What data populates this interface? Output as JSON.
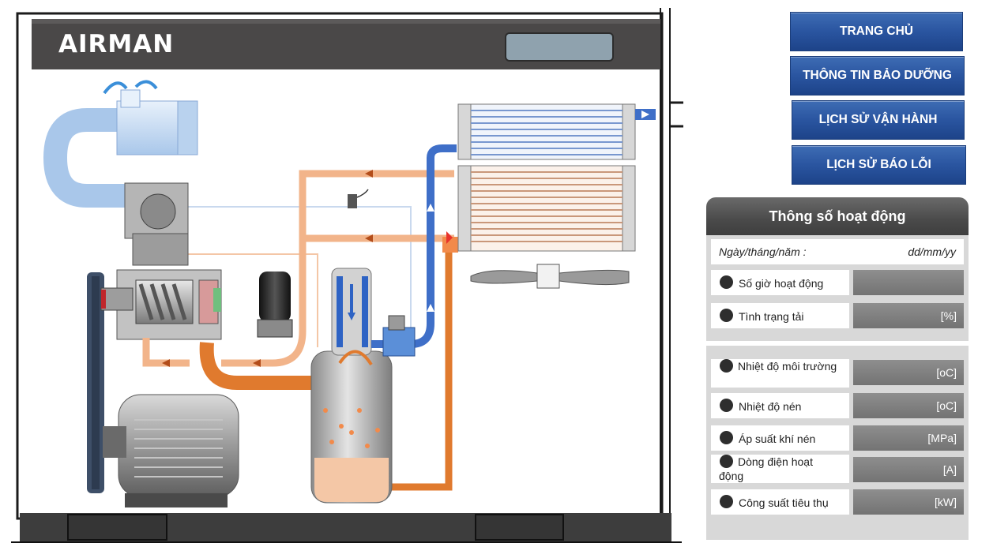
{
  "brand": "AIRMAN",
  "nav": {
    "home": "TRANG CHỦ",
    "maintenance": "THÔNG TIN BẢO DƯỠNG",
    "operation_history": "LỊCH SỬ VẬN HÀNH",
    "error_history": "LỊCH SỬ BÁO LỖI"
  },
  "panel": {
    "title": "Thông số hoạt động",
    "date_label": "Ngày/tháng/năm :",
    "date_value": "dd/mm/yy",
    "group1": [
      {
        "label": "Số giờ hoạt động",
        "value": ""
      },
      {
        "label": "Tình trạng tải",
        "value": "[%]"
      }
    ],
    "group2": [
      {
        "label": "Nhiệt độ môi trường",
        "value": "[oC]"
      },
      {
        "label": "Nhiệt độ nén",
        "value": "[oC]"
      },
      {
        "label": "Áp suất khí nén",
        "value": "[MPa]"
      },
      {
        "label": "Dòng điện hoạt động",
        "value": "[A]"
      },
      {
        "label": "Công suất tiêu thụ",
        "value": "[kW]"
      }
    ]
  },
  "colors": {
    "nav_blue": "#2a55a0",
    "hot_oil": "#e07a2e",
    "warm_air": "#f2b48a",
    "cool_air": "#3f6fc8"
  }
}
